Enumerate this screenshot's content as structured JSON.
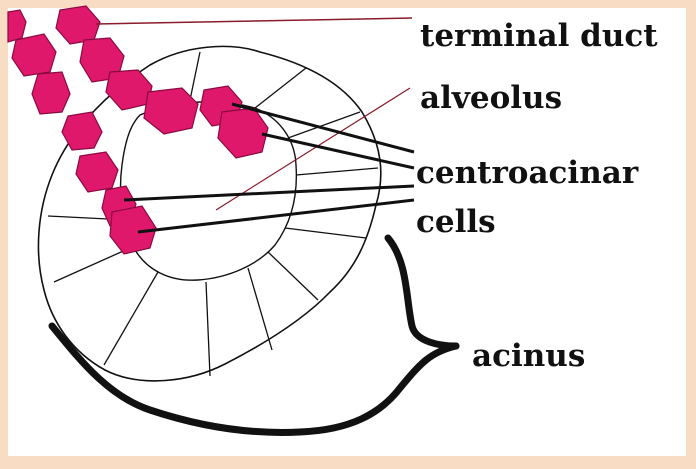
{
  "labels": {
    "terminal_duct": "terminal duct",
    "alveolus": "alveolus",
    "centroacinar": "centroacinar",
    "cells": "cells",
    "acinus": "acinus"
  },
  "colors": {
    "background_frame": "#f9dcc4",
    "panel": "#ffffff",
    "duct_cell_fill": "#e0186c",
    "duct_cell_outline": "#8a0a40",
    "line": "#111111",
    "alveolus_pointer": "#8b1a2a"
  }
}
